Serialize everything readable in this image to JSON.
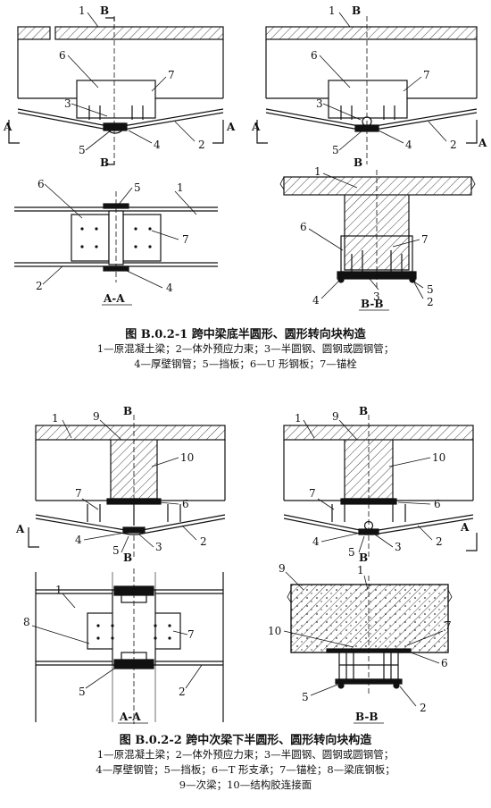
{
  "fig1": {
    "caption": "图 B.0.2-1   跨中梁底半圆形、圆形转向块构造",
    "legend": [
      "1—原混凝土梁；2—体外预应力束；3—半圆钢、圆钢或圆钢管；",
      "4—厚壁钢管；5—挡板；6—U 形钢板；7—锚栓"
    ],
    "elev_left": {
      "marks": [
        "1",
        "6",
        "7",
        "3",
        "5",
        "4",
        "2"
      ],
      "cut_a": "A",
      "cut_b": "B"
    },
    "elev_right": {
      "marks": [
        "1",
        "6",
        "7",
        "3",
        "5",
        "4",
        "2"
      ],
      "cut_a": "A",
      "cut_b": "B"
    },
    "plan": {
      "marks": [
        "6",
        "5",
        "1",
        "7",
        "2",
        "4"
      ],
      "label": "A-A"
    },
    "section": {
      "marks": [
        "1",
        "6",
        "7",
        "4",
        "3",
        "5",
        "2"
      ],
      "label": "B-B"
    }
  },
  "fig2": {
    "caption": "图 B.0.2-2   跨中次梁下半圆形、圆形转向块构造",
    "legend": [
      "1—原混凝土梁；2—体外预应力束；3—半圆钢、圆钢或圆钢管；",
      "4—厚壁钢管；5—挡板；6—T 形支承；7—锚栓；8—梁底钢板；",
      "9—次梁；10—结构胶连接面"
    ],
    "elev_left": {
      "marks": [
        "1",
        "9",
        "10",
        "7",
        "6",
        "4",
        "5",
        "3",
        "2"
      ],
      "cut_a": "A",
      "cut_b": "B"
    },
    "elev_right": {
      "marks": [
        "1",
        "9",
        "10",
        "7",
        "6",
        "4",
        "5",
        "3",
        "2"
      ],
      "cut_a": "A",
      "cut_b": "B"
    },
    "plan": {
      "marks": [
        "1",
        "8",
        "7",
        "5",
        "2"
      ],
      "label": "A-A"
    },
    "section": {
      "marks": [
        "9",
        "1",
        "10",
        "7",
        "6",
        "5",
        "2"
      ],
      "label": "B-B"
    }
  },
  "colors": {
    "ink": "#111111",
    "hatch": "#444444",
    "paper": "#ffffff"
  }
}
